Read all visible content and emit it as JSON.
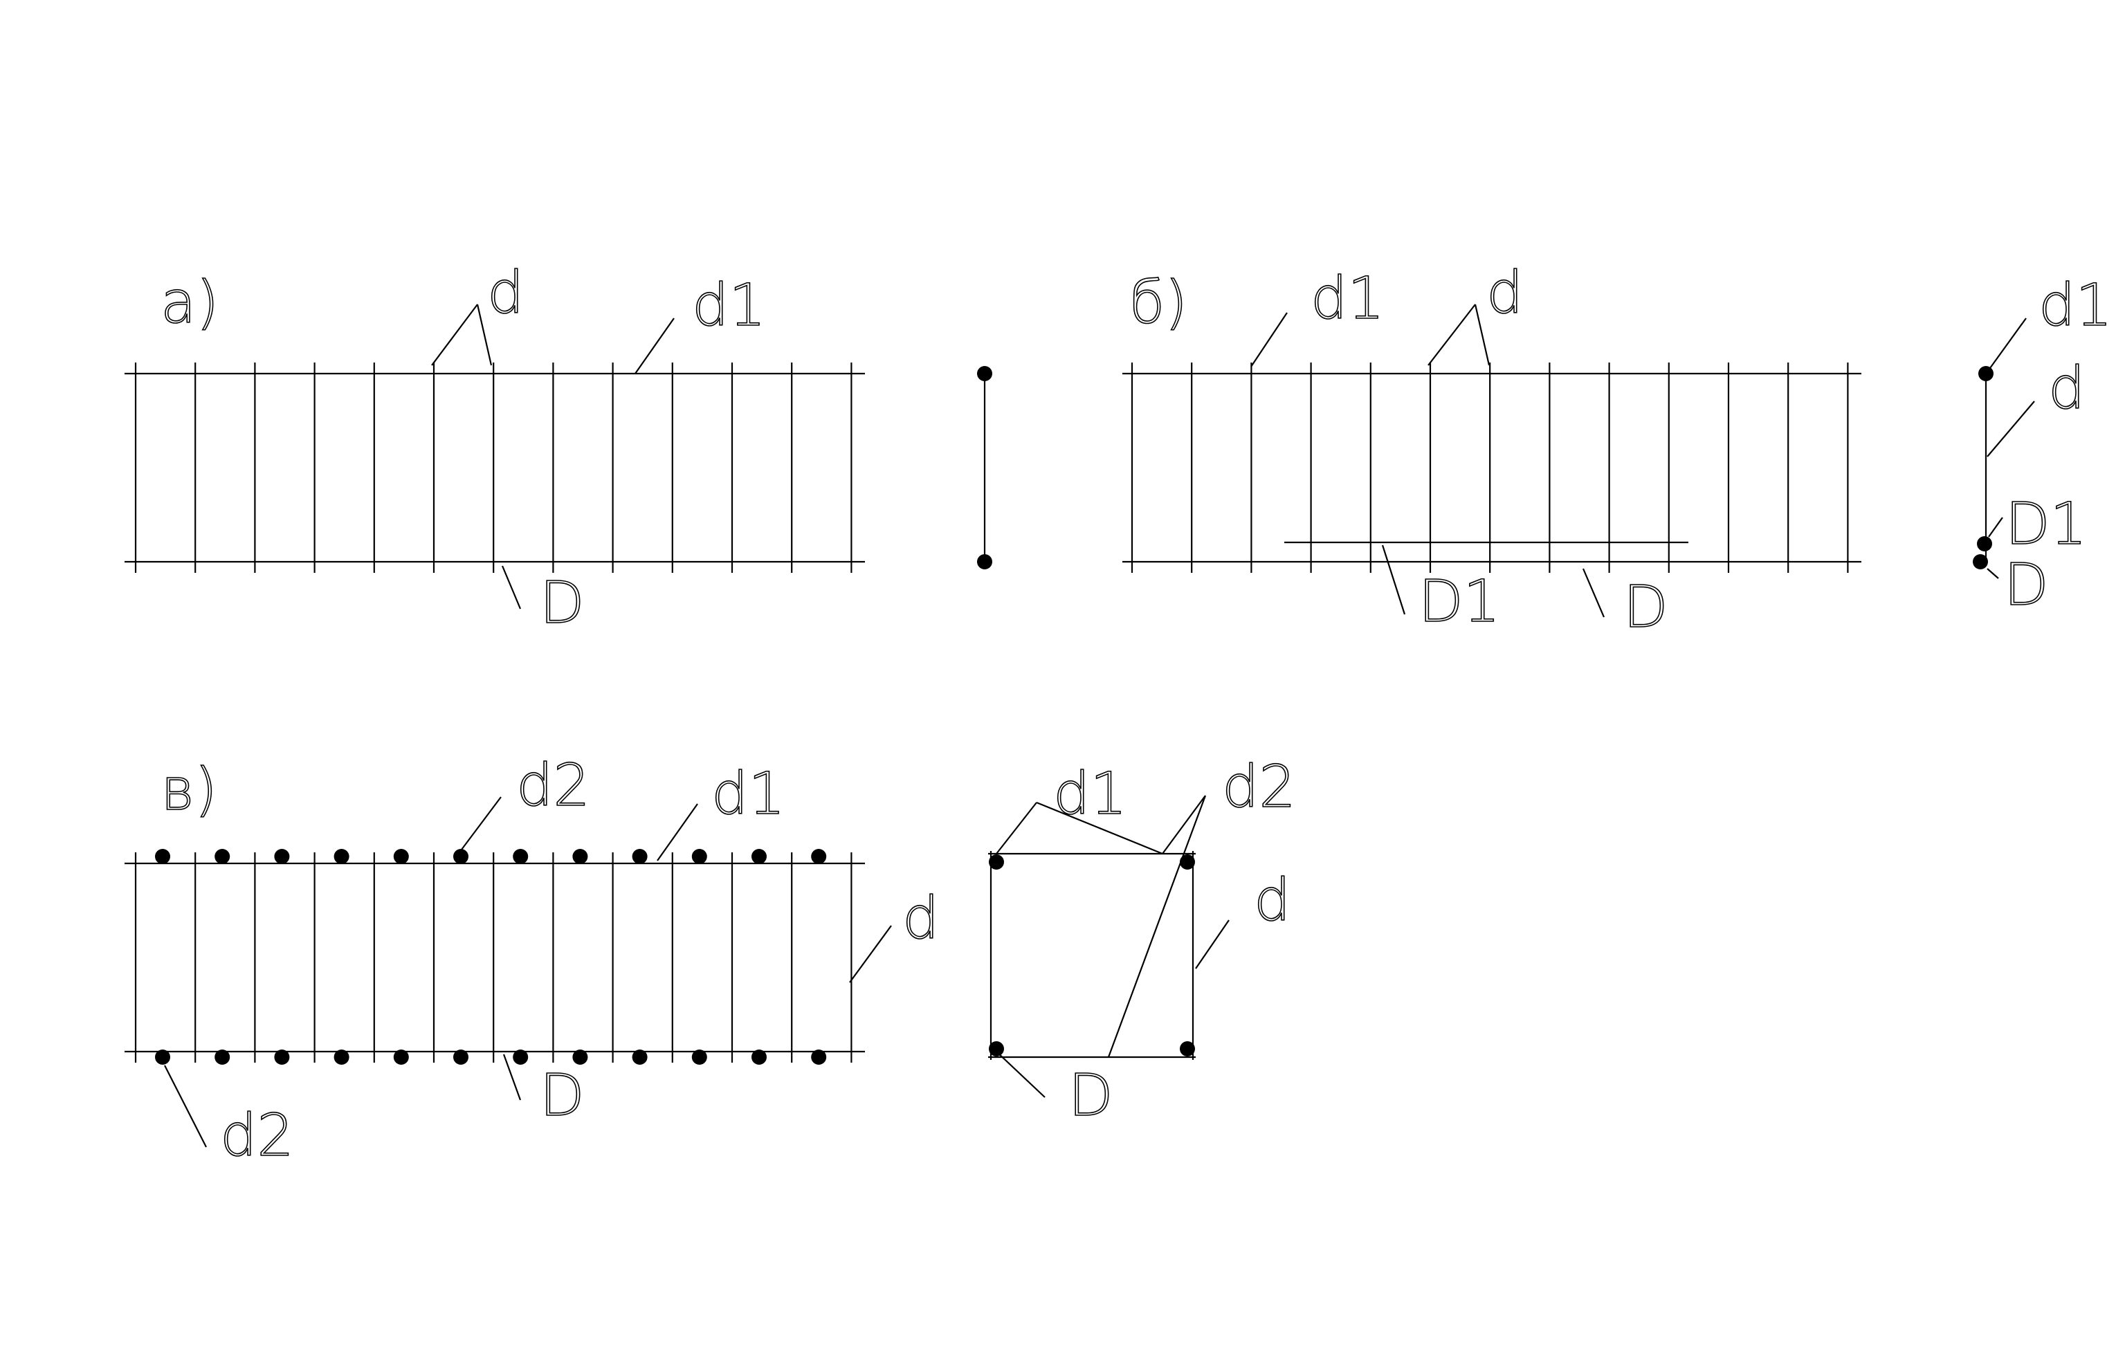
{
  "colors": {
    "background": "#ffffff",
    "line": "#000000"
  },
  "figures": {
    "a": {
      "caption": "а)",
      "labels": {
        "transverse_bar": "d",
        "distribution_bar": "d1",
        "main_bar": "D"
      }
    },
    "b": {
      "caption": "б)",
      "labels": {
        "distribution_bar": "d1",
        "transverse_bar": "d",
        "extra_bar": "D1",
        "main_bar": "D"
      },
      "section_labels": {
        "distribution_bar": "d1",
        "transverse_bar": "d",
        "extra_bar": "D1",
        "main_bar": "D"
      }
    },
    "c": {
      "caption": "в)",
      "labels": {
        "top_bar": "d2",
        "distribution_bar": "d1",
        "transverse_bar": "d",
        "bottom_bar": "d2",
        "main_bar": "D"
      },
      "section_labels": {
        "distribution_bar": "d1",
        "top_bar": "d2",
        "transverse_bar": "d",
        "main_bar": "D"
      }
    }
  }
}
